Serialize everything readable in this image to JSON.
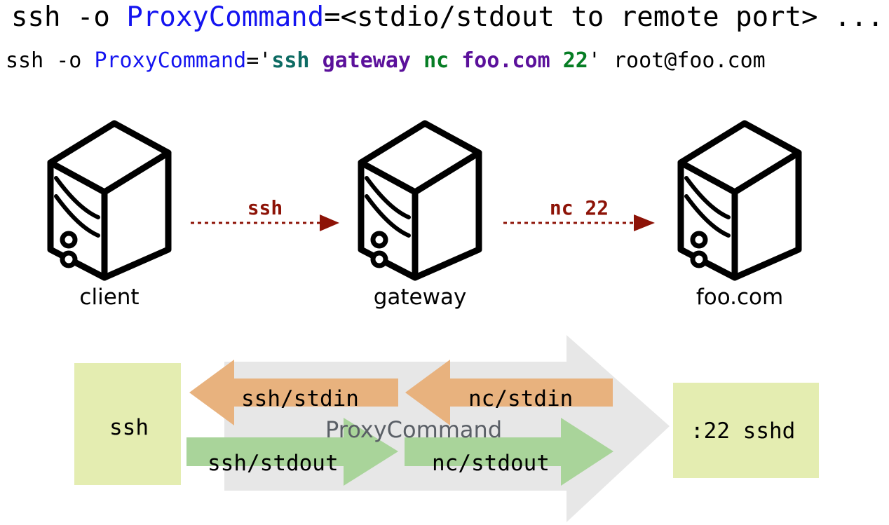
{
  "header": {
    "line1": {
      "parts": [
        {
          "text": "ssh -o ",
          "style": "black"
        },
        {
          "text": "ProxyCommand",
          "style": "blue"
        },
        {
          "text": "=<stdio/stdout to remote port> ...",
          "style": "black"
        }
      ],
      "plain": "ssh -o ProxyCommand=<stdio/stdout to remote port> ..."
    },
    "line2": {
      "parts": [
        {
          "text": "ssh -o ",
          "style": "black"
        },
        {
          "text": "ProxyCommand",
          "style": "blue"
        },
        {
          "text": "='",
          "style": "black"
        },
        {
          "text": "ssh",
          "style": "teal"
        },
        {
          "text": " ",
          "style": "black"
        },
        {
          "text": "gateway",
          "style": "purple"
        },
        {
          "text": " ",
          "style": "black"
        },
        {
          "text": "nc",
          "style": "green"
        },
        {
          "text": " ",
          "style": "black"
        },
        {
          "text": "foo.com",
          "style": "purple"
        },
        {
          "text": " ",
          "style": "black"
        },
        {
          "text": "22",
          "style": "green"
        },
        {
          "text": "' root@foo.com",
          "style": "black"
        }
      ],
      "plain": "ssh -o ProxyCommand='ssh gateway nc foo.com 22' root@foo.com"
    }
  },
  "hosts": [
    {
      "id": "client",
      "label": "client"
    },
    {
      "id": "gateway",
      "label": "gateway"
    },
    {
      "id": "foo",
      "label": "foo.com"
    }
  ],
  "protocol_arrows": [
    {
      "id": "ssh",
      "label": "ssh",
      "from": "client",
      "to": "gateway",
      "color": "#8d1307"
    },
    {
      "id": "nc22",
      "label": "nc 22",
      "from": "gateway",
      "to": "foo",
      "color": "#8d1307"
    }
  ],
  "flow": {
    "proxycommand_label": "ProxyCommand",
    "endpoints": [
      {
        "id": "ssh-box",
        "label": "ssh"
      },
      {
        "id": "sshd-box",
        "label": ":22 sshd"
      }
    ],
    "stdin_arrows": [
      {
        "id": "ssh-stdin",
        "label": "ssh/stdin",
        "direction": "left"
      },
      {
        "id": "nc-stdin",
        "label": "nc/stdin",
        "direction": "left"
      }
    ],
    "stdout_arrows": [
      {
        "id": "ssh-stdout",
        "label": "ssh/stdout",
        "direction": "right"
      },
      {
        "id": "nc-stdout",
        "label": "nc/stdout",
        "direction": "right"
      }
    ]
  },
  "colors": {
    "blue_token": "#1414f0",
    "teal_token": "#0d6b63",
    "purple_token": "#5b119b",
    "green_token": "#067d24",
    "arrow_red": "#8d1307",
    "box_yellow": "#e4edb1",
    "arrow_orange": "#e8b27e",
    "arrow_green": "#a9d49a",
    "band_gray": "#e7e7e7",
    "proxy_text_gray": "#5a5f66",
    "outline_black": "#000000"
  }
}
